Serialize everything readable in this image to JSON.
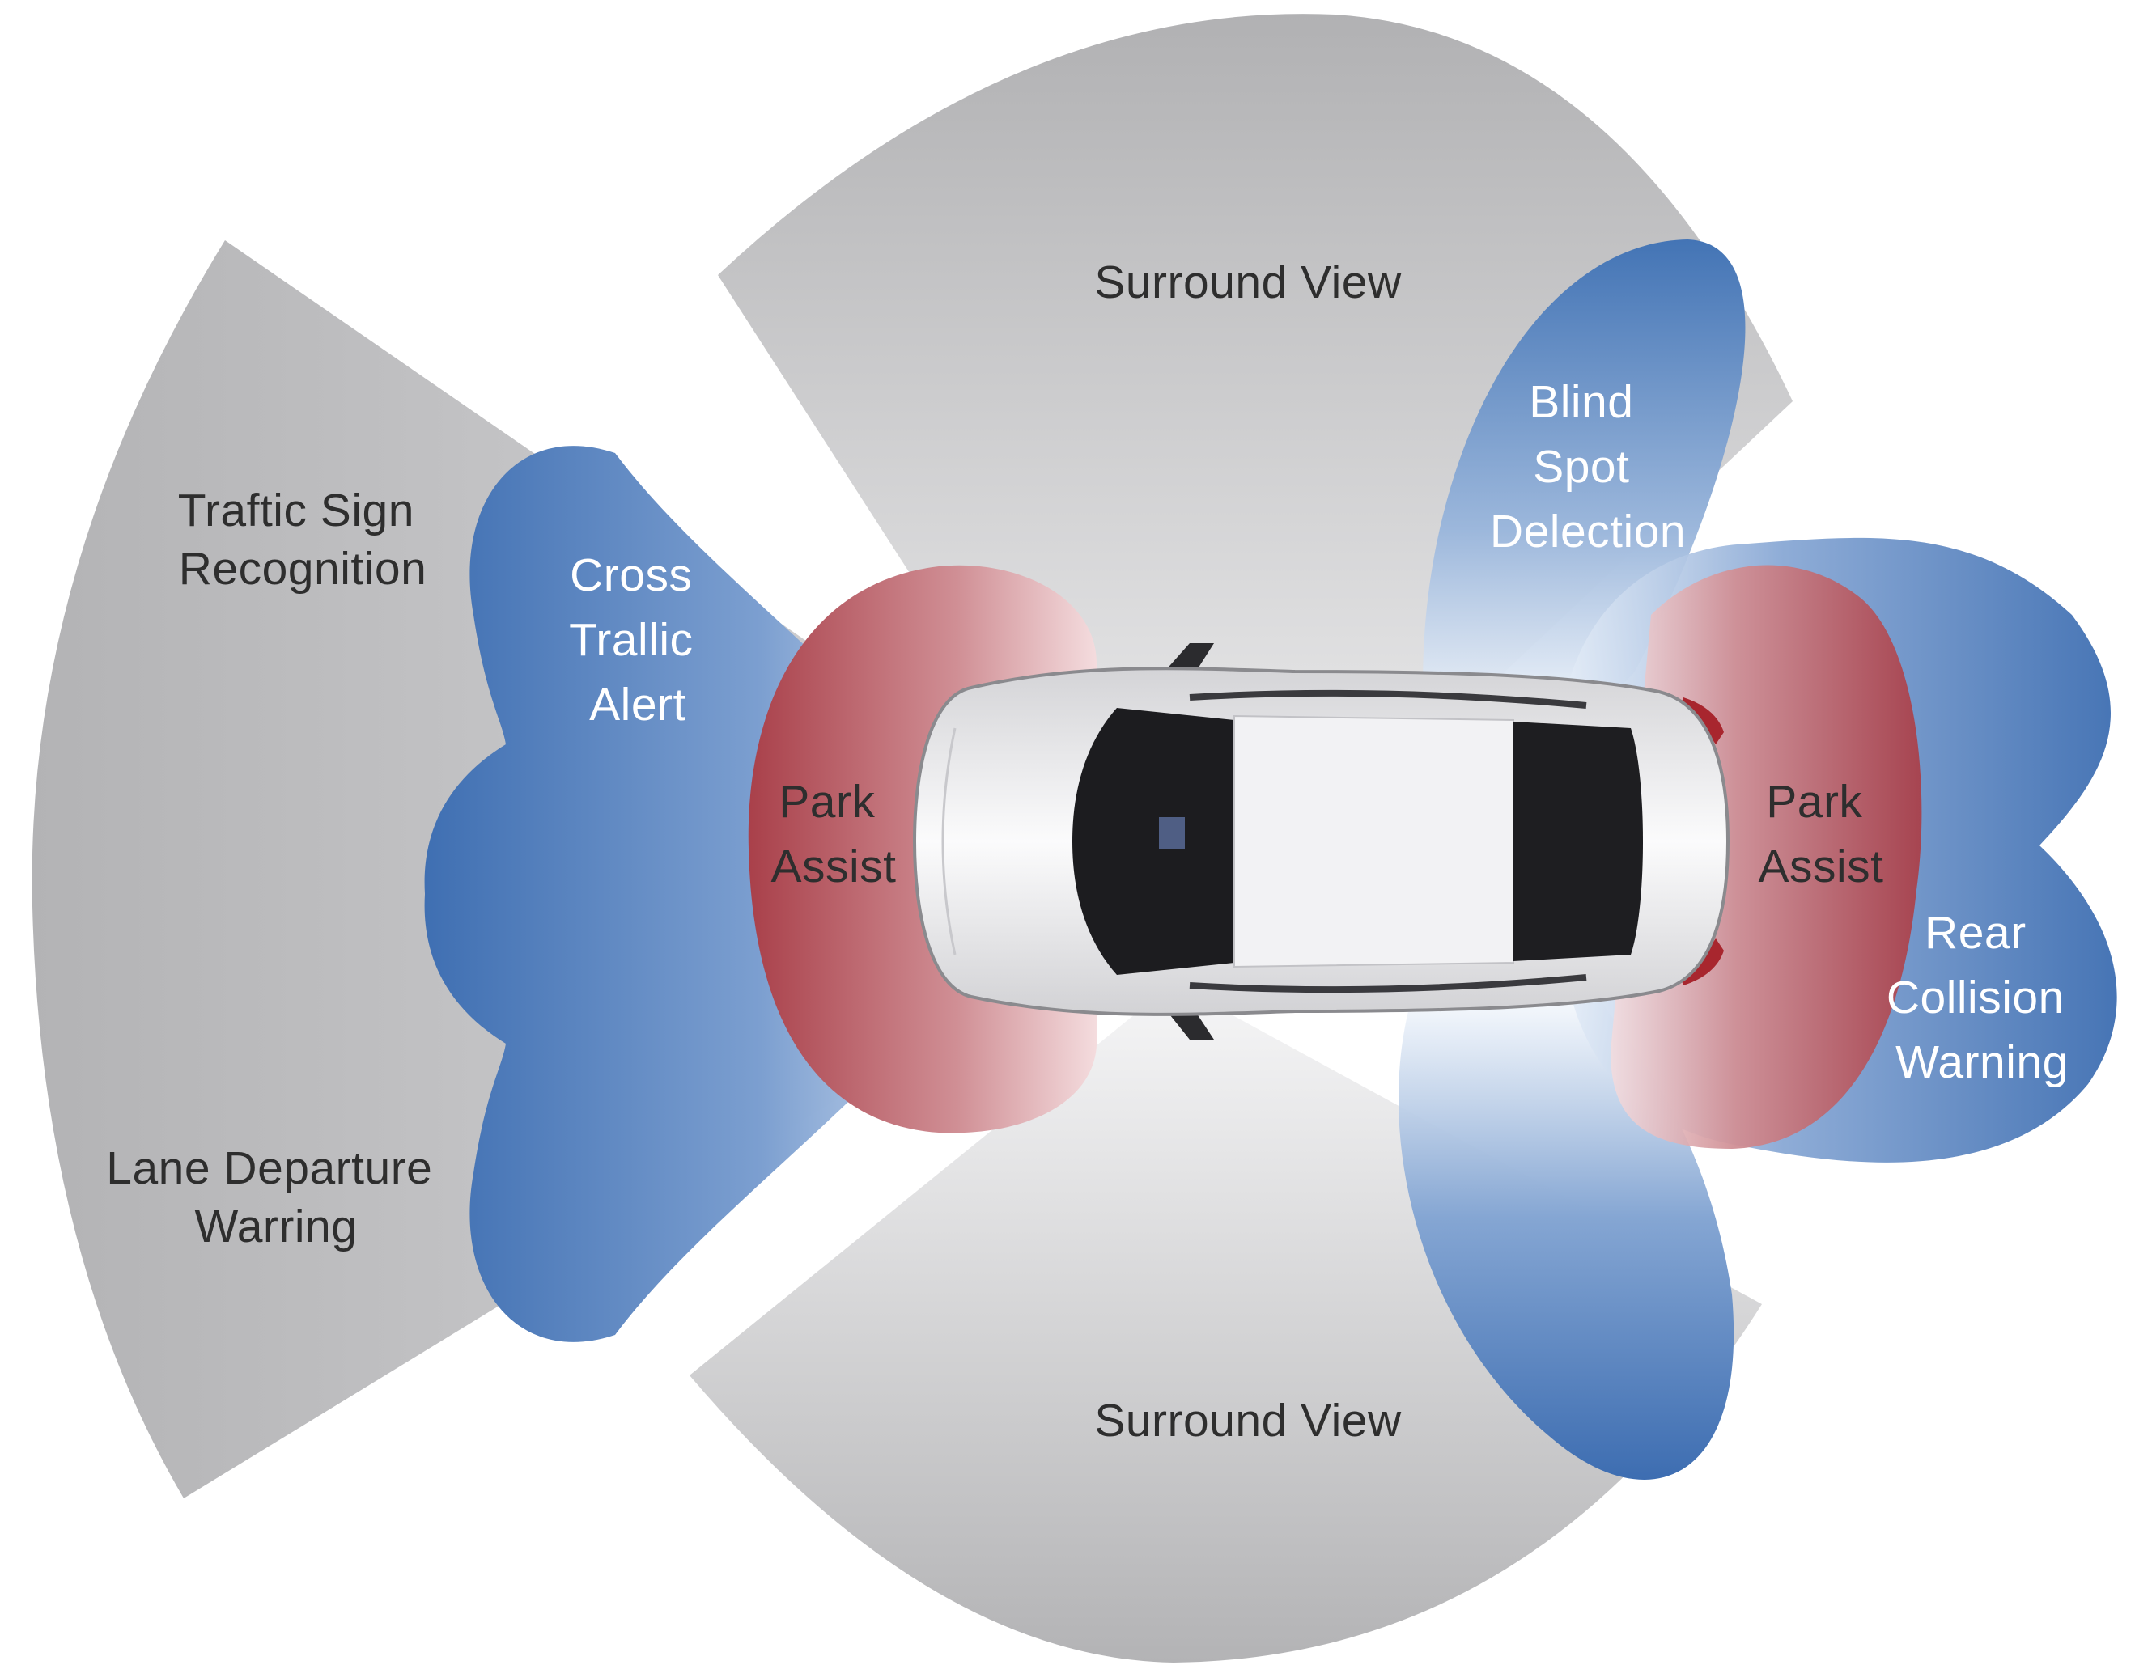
{
  "zones": [
    {
      "id": "surround-view-top",
      "lines": [
        "Surround View"
      ],
      "type": "camera",
      "color": "#b6b6b8"
    },
    {
      "id": "surround-view-bottom",
      "lines": [
        "Surround View"
      ],
      "type": "camera",
      "color": "#b6b6b8"
    },
    {
      "id": "traffic-sign-recognition",
      "lines": [
        "Traftic Sign",
        "Recognition"
      ],
      "type": "camera",
      "color": "#b6b6b8"
    },
    {
      "id": "lane-departure-warning",
      "lines": [
        "Lane Departure",
        "Warring"
      ],
      "type": "camera",
      "color": "#b6b6b8"
    },
    {
      "id": "cross-traffic-alert",
      "lines": [
        "Cross",
        "Trallic",
        "Alert"
      ],
      "type": "radar",
      "color": "#4a78b6"
    },
    {
      "id": "blind-spot-detection",
      "lines": [
        "Blind",
        "Spot",
        "Delection"
      ],
      "type": "radar",
      "color": "#4a78b6"
    },
    {
      "id": "rear-collision-warning",
      "lines": [
        "Rear",
        "Collision",
        "Warning"
      ],
      "type": "radar",
      "color": "#4a78b6"
    },
    {
      "id": "park-assist-front",
      "lines": [
        "Park",
        "Assist"
      ],
      "type": "ultrasonic",
      "color": "#b14a52"
    },
    {
      "id": "park-assist-rear",
      "lines": [
        "Park",
        "Assist"
      ],
      "type": "ultrasonic",
      "color": "#b14a52"
    }
  ],
  "colors": {
    "camera_gray": "#b6b6b8",
    "radar_blue": "#4a78b6",
    "ultrasonic_red": "#b14a52",
    "text_dark": "#2e2e2e",
    "text_light": "#ffffff"
  },
  "vehicle": {
    "icon": "car-top-view-icon",
    "body_color": "#ececee",
    "glass_color": "#1a1a1c"
  }
}
